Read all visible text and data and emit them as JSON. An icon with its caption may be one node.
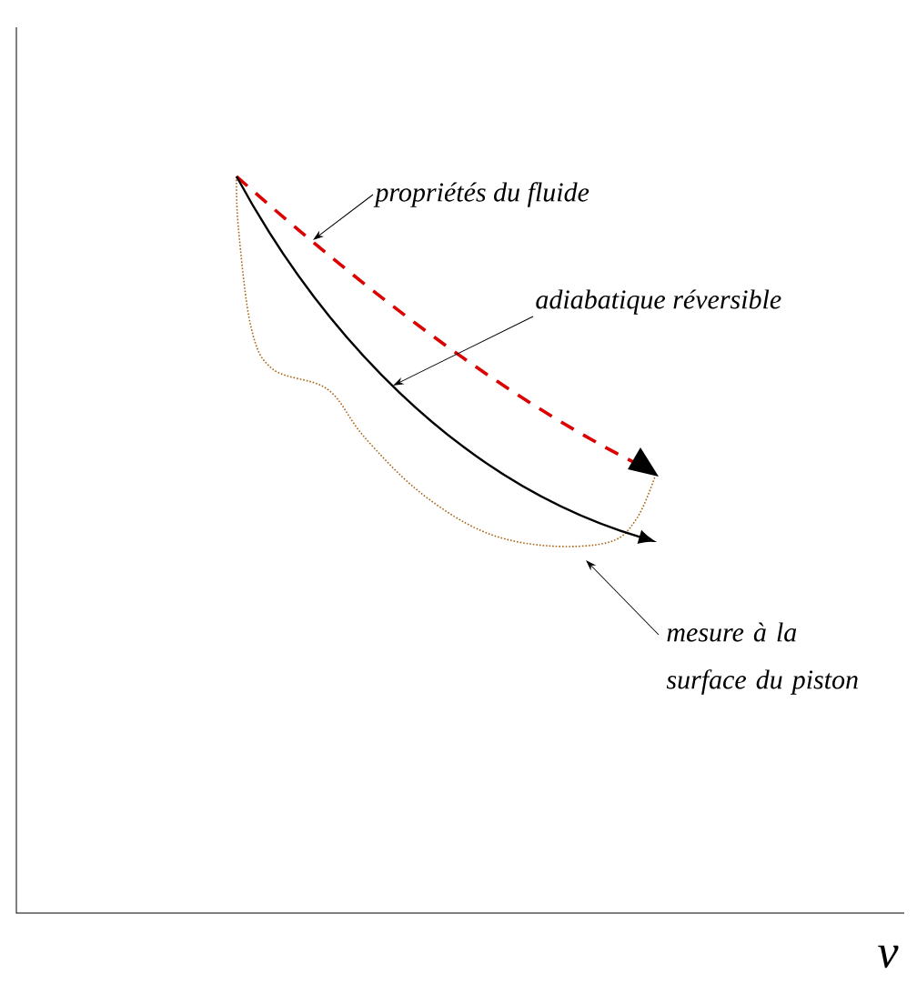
{
  "diagram": {
    "nodes": [
      {
        "text": [
          "propriétés du fluide"
        ]
      },
      {
        "text": [
          "adiabatique réversible"
        ]
      },
      {
        "text": [
          "mesure à la surface du piston"
        ]
      }
    ],
    "edges": [
      {
        "from": 0,
        "to": null,
        "arrow": "to"
      },
      {
        "from": 1,
        "to": null,
        "arrow": "to"
      },
      {
        "from": 2,
        "to": null,
        "arrow": "to"
      }
    ],
    "labels": [
      "v"
    ]
  }
}
